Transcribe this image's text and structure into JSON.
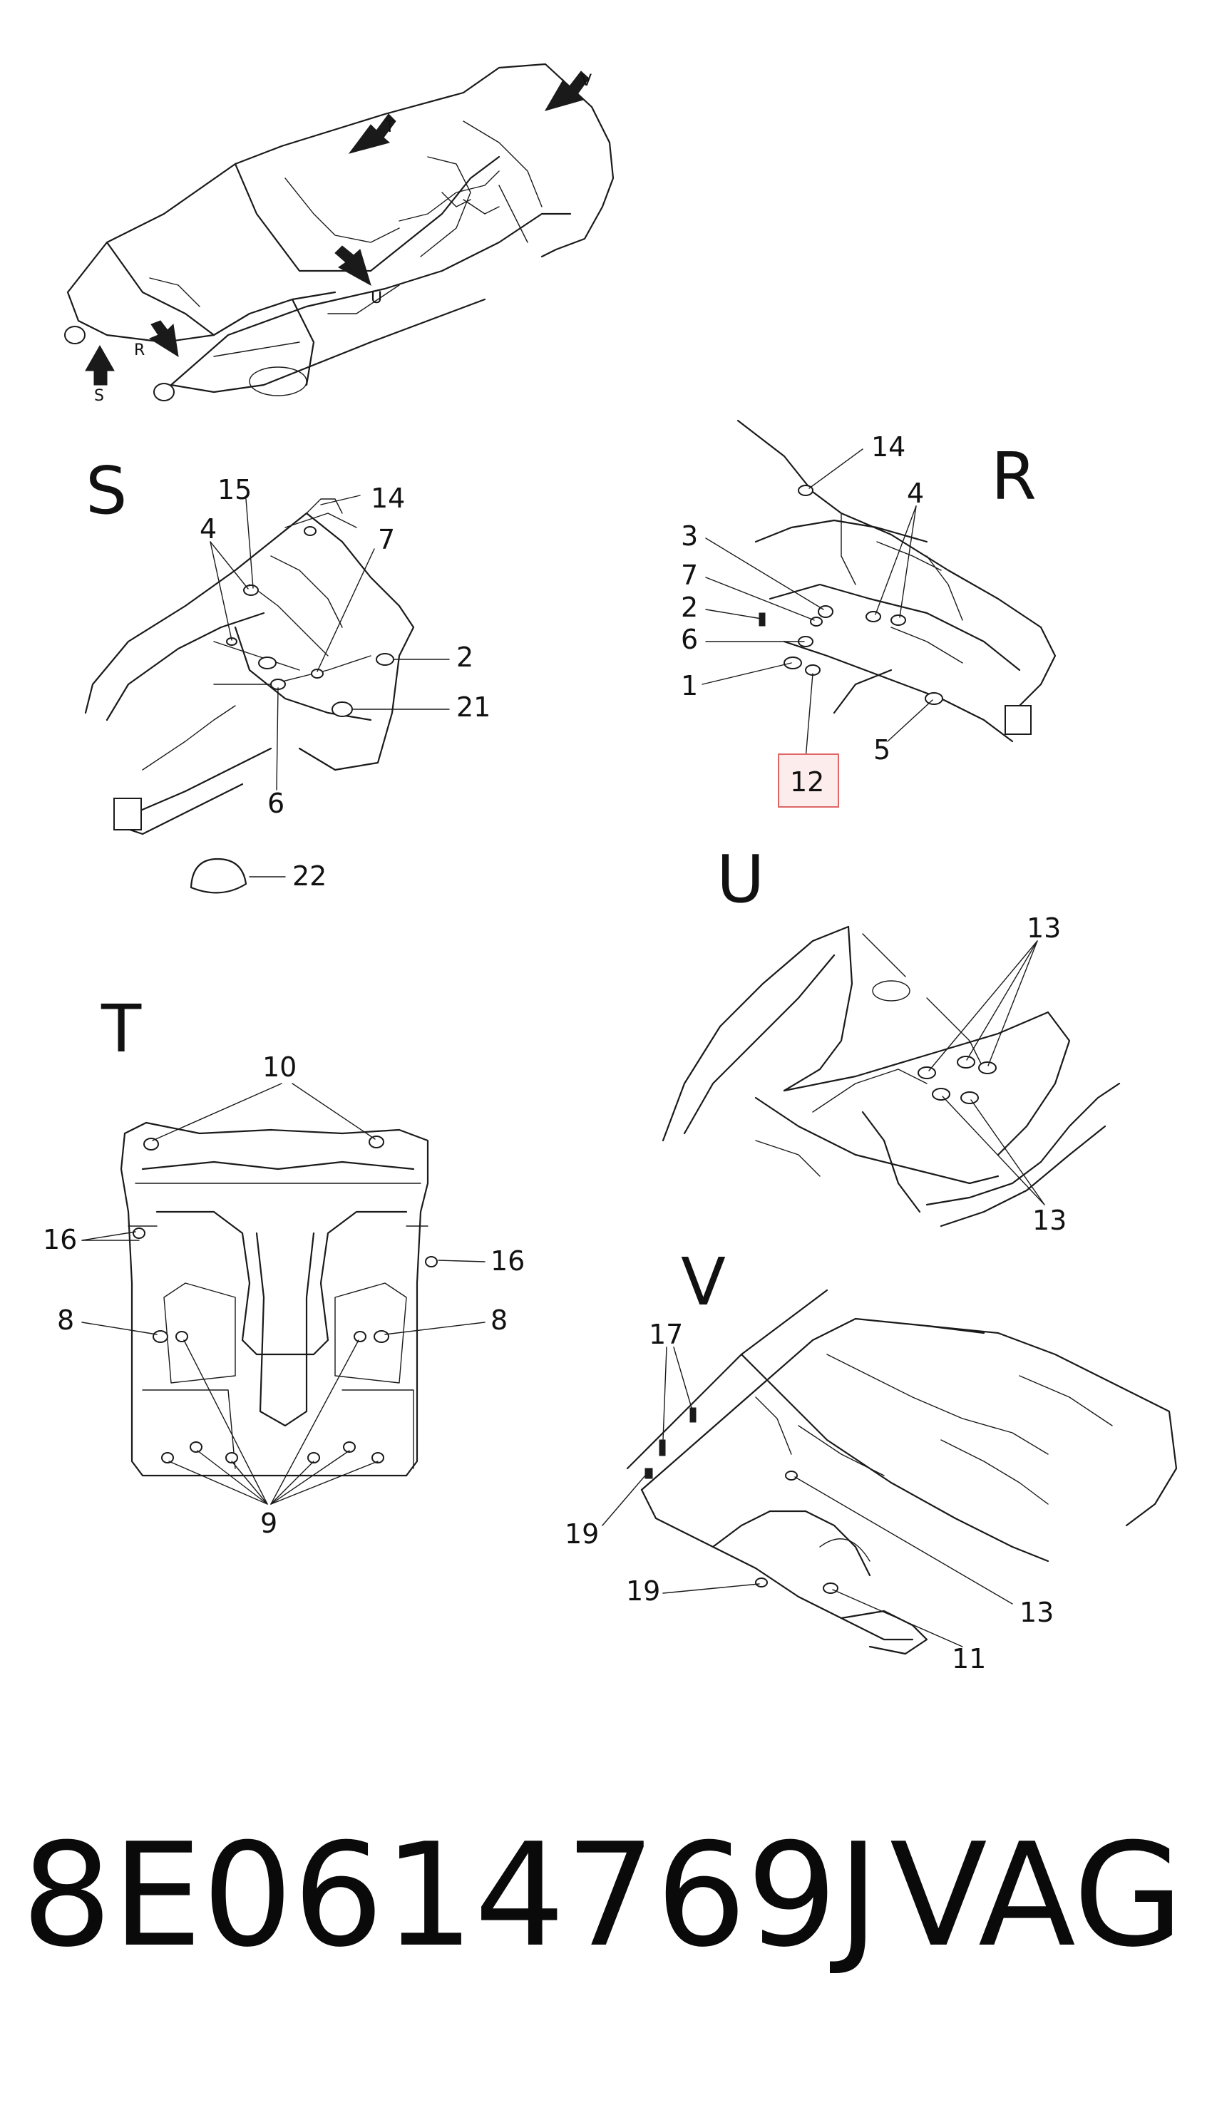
{
  "overview": {
    "view_markers": [
      "S",
      "R",
      "T",
      "U",
      "V"
    ]
  },
  "sections": {
    "S": {
      "title": "S",
      "labels": [
        "15",
        "14",
        "4",
        "7",
        "2",
        "21",
        "6",
        "22"
      ]
    },
    "R": {
      "title": "R",
      "labels": [
        "14",
        "4",
        "3",
        "7",
        "2",
        "6",
        "1",
        "5",
        "12"
      ]
    },
    "T": {
      "title": "T",
      "labels": [
        "10",
        "16",
        "16",
        "8",
        "8",
        "9"
      ]
    },
    "U": {
      "title": "U",
      "labels": [
        "13",
        "13"
      ]
    },
    "V": {
      "title": "V",
      "labels": [
        "17",
        "19",
        "19",
        "13",
        "11"
      ]
    }
  },
  "highlight": {
    "label": "12",
    "color": "#e06666"
  },
  "footer": {
    "part_number": "8E0614769J",
    "brand": "VAG"
  }
}
